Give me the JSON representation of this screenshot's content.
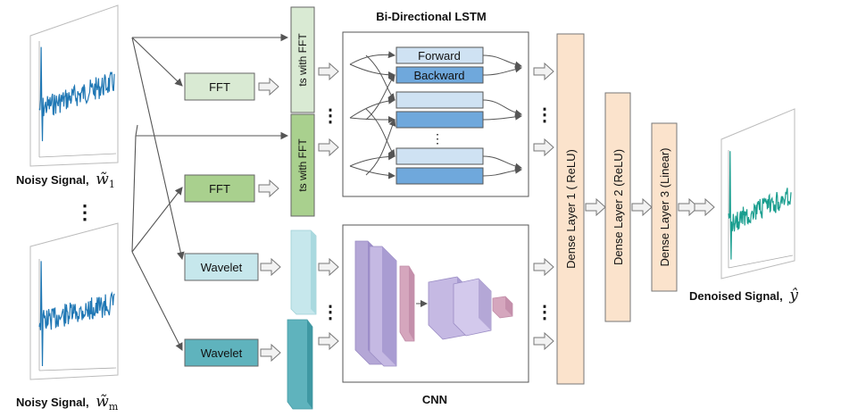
{
  "lstm": {
    "title": "Bi-Directional LSTM",
    "forward_label": "Forward",
    "backward_label": "Backward",
    "dots": "⋮"
  },
  "cnn": {
    "title": "CNN"
  },
  "inputs": {
    "noisy_signal_1": {
      "text": "Noisy Signal,",
      "symbol": "w̃",
      "sub": "1"
    },
    "noisy_signal_m": {
      "text": "Noisy Signal,",
      "symbol": "w̃",
      "sub": "m"
    },
    "dots": "⋮"
  },
  "transforms": {
    "fft_1": "FFT",
    "fft_2": "FFT",
    "wavelet_1": "Wavelet",
    "wavelet_2": "Wavelet",
    "ts_fft_1": "ts with FFT",
    "ts_fft_2": "ts with FFT",
    "dots": "⋮"
  },
  "dense": {
    "layer_1": "Dense Layer 1 ( ReLU)",
    "layer_2": "Dense Layer 2 (ReLU)",
    "layer_3": "Dense Layer 3 (Linear)"
  },
  "output": {
    "text": "Denoised Signal,",
    "symbol": "ŷ"
  },
  "colors": {
    "fft_fill": "#d9ead3",
    "ts_fill": "#a9d08e",
    "wavelet_light": "#c6e7ec",
    "wavelet_dark": "#5fb3bd",
    "dense_fill": "#fbe3cc",
    "forward_fill": "#cfe2f3",
    "backward_fill": "#6fa8dc",
    "cnn_purple": "#b4a7d6",
    "cnn_pink": "#d5a6bd",
    "noisy_line": "#1f77b4",
    "denoised_line": "#1a9e8f"
  }
}
